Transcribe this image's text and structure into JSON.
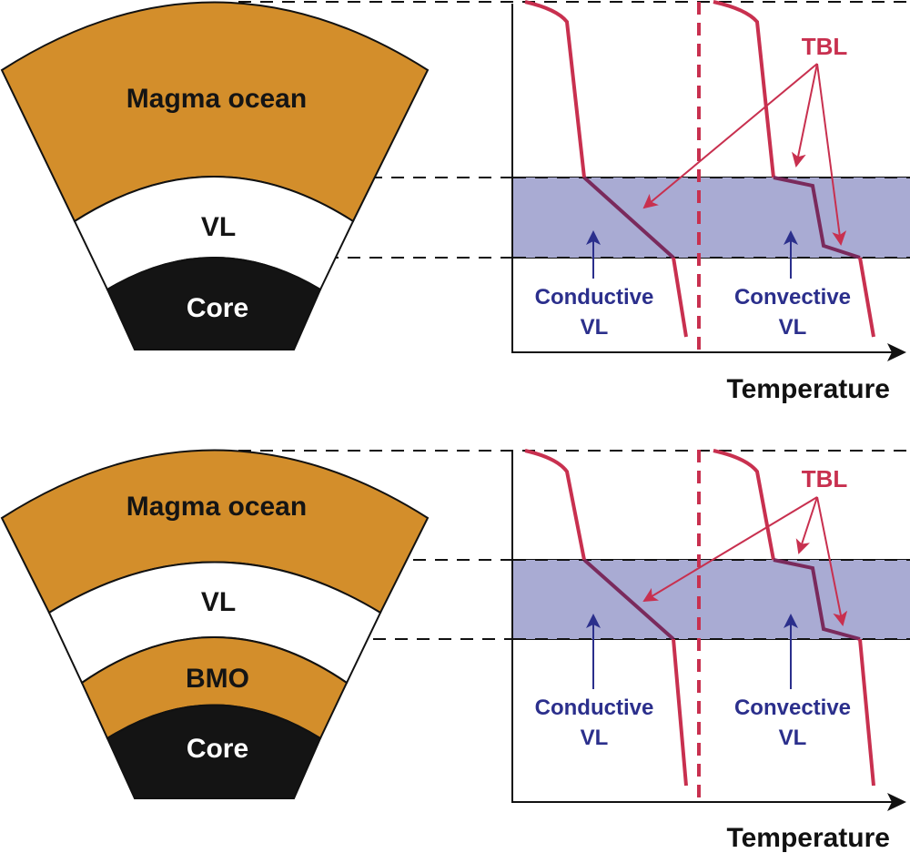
{
  "colors": {
    "magma": "#D38E2B",
    "core": "#141414",
    "vl_band": "#A9ABD3",
    "profile": "#C8304F",
    "profile_in_band": "#7A2A5C",
    "annotation_blue": "#2B2F8C",
    "tbl_red": "#C8304F",
    "axis": "#111111"
  },
  "panels": [
    {
      "id": "top",
      "wedge_layers": [
        {
          "name": "magma-ocean",
          "label": "Magma ocean"
        },
        {
          "name": "vl",
          "label": "VL"
        },
        {
          "name": "core",
          "label": "Core"
        }
      ],
      "plot": {
        "xlabel": "Temperature",
        "tbl_label": "TBL",
        "left_annotation": [
          "Conductive",
          "VL"
        ],
        "right_annotation": [
          "Convective",
          "VL"
        ]
      }
    },
    {
      "id": "bottom",
      "wedge_layers": [
        {
          "name": "magma-ocean",
          "label": "Magma ocean"
        },
        {
          "name": "vl",
          "label": "VL"
        },
        {
          "name": "bmo",
          "label": "BMO"
        },
        {
          "name": "core",
          "label": "Core"
        }
      ],
      "plot": {
        "xlabel": "Temperature",
        "tbl_label": "TBL",
        "left_annotation": [
          "Conductive",
          "VL"
        ],
        "right_annotation": [
          "Convective",
          "VL"
        ]
      }
    }
  ]
}
